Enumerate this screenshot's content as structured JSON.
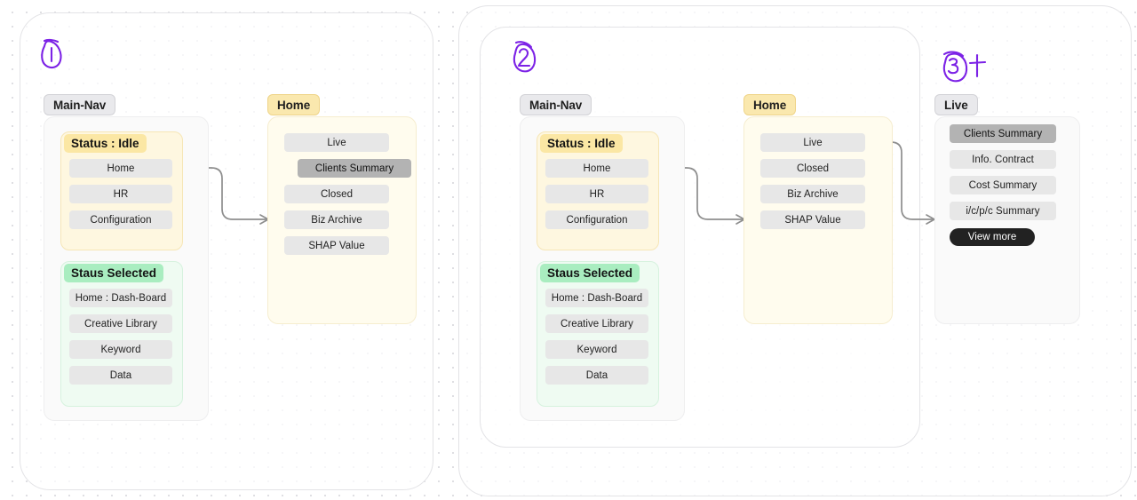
{
  "annotations": [
    {
      "id": "step-1",
      "label": "1",
      "mark": ""
    },
    {
      "id": "step-2",
      "label": "2",
      "mark": ""
    },
    {
      "id": "step-3",
      "label": "3",
      "mark": "+"
    }
  ],
  "panels": {
    "s1_main_nav": {
      "title": "Main-Nav",
      "idle": {
        "badge": "Status : Idle",
        "items": [
          "Home",
          "HR",
          "Configuration"
        ]
      },
      "selected": {
        "badge": "Staus  Selected",
        "items": [
          "Home : Dash-Board",
          "Creative Library",
          "Keyword",
          "Data"
        ]
      }
    },
    "s1_home": {
      "title": "Home",
      "items": [
        {
          "label": "Live",
          "state": "normal"
        },
        {
          "label": "Clients Summary",
          "state": "selected"
        },
        {
          "label": "Closed",
          "state": "normal"
        },
        {
          "label": "Biz Archive",
          "state": "normal"
        },
        {
          "label": "SHAP Value",
          "state": "normal"
        }
      ]
    },
    "s2_main_nav": {
      "title": "Main-Nav",
      "idle": {
        "badge": "Status : Idle",
        "items": [
          "Home",
          "HR",
          "Configuration"
        ]
      },
      "selected": {
        "badge": "Staus  Selected",
        "items": [
          "Home : Dash-Board",
          "Creative Library",
          "Keyword",
          "Data"
        ]
      }
    },
    "s2_home": {
      "title": "Home",
      "items": [
        {
          "label": "Live",
          "state": "normal"
        },
        {
          "label": "Closed",
          "state": "normal"
        },
        {
          "label": "Biz Archive",
          "state": "normal"
        },
        {
          "label": "SHAP Value",
          "state": "normal"
        }
      ]
    },
    "s3_live": {
      "title": "Live",
      "items": [
        {
          "label": "Clients Summary",
          "state": "selected"
        },
        {
          "label": "Info. Contract",
          "state": "normal"
        },
        {
          "label": "Cost Summary",
          "state": "normal"
        },
        {
          "label": "i/c/p/c Summary",
          "state": "normal"
        },
        {
          "label": "View more",
          "state": "dark"
        }
      ]
    }
  },
  "colors": {
    "canvas": "#ffffff",
    "dot": "#d9d9de",
    "frame_border": "#e3e3e6",
    "pill_grey_bg": "#e9e9ec",
    "pill_amber_bg": "#fae8ae",
    "badge_amber_bg": "#fbe7a4",
    "badge_green_bg": "#a9edc0",
    "card_cream_bg": "#fffcee",
    "card_plain_bg": "#fafafa",
    "item_bg": "#e7e7e7",
    "item_selected_bg": "#b3b3b3",
    "item_dark_bg": "#222222",
    "wire": "#8e8e8e",
    "annotation_ink": "#7c22e6"
  }
}
